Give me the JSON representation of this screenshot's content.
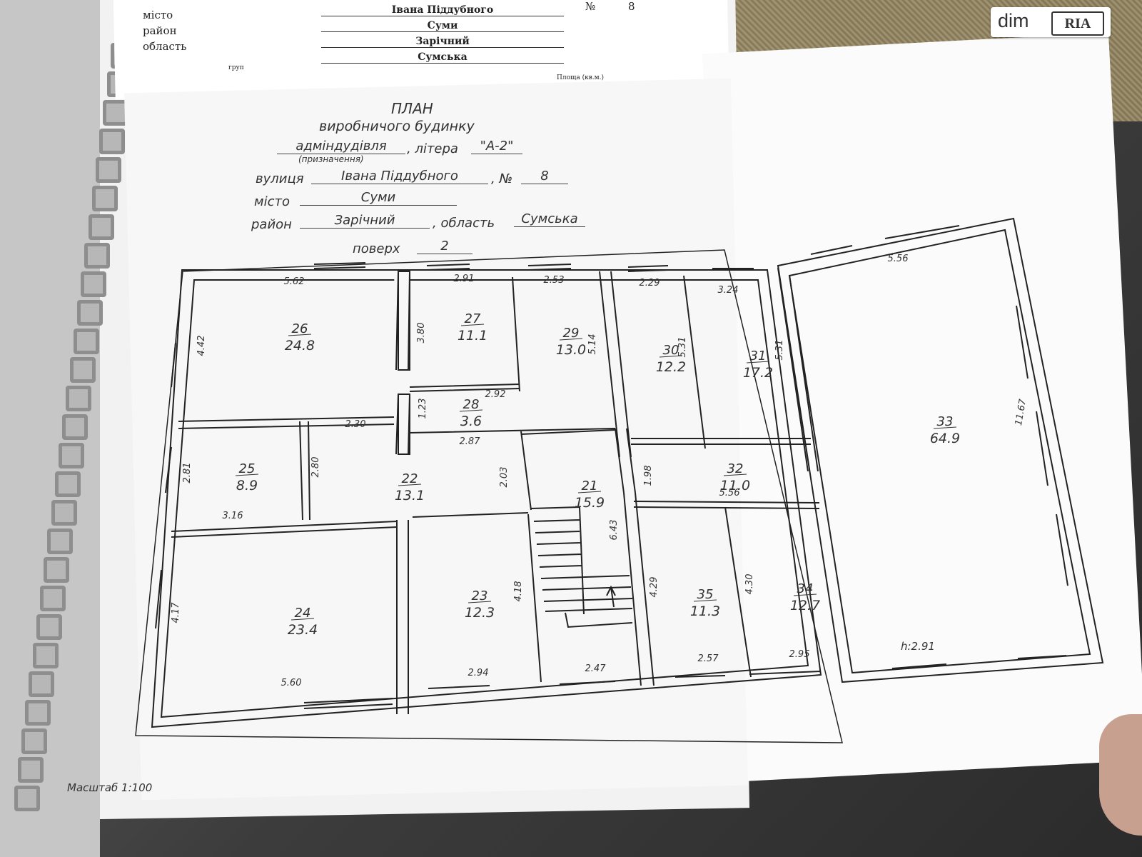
{
  "top_form": {
    "rows": [
      {
        "label": "місто",
        "value": "Івана Піддубного"
      },
      {
        "label": "район",
        "value": "Суми"
      },
      {
        "label": "область",
        "value": "Зарічний"
      },
      {
        "label": "",
        "value": "Сумська"
      }
    ],
    "number_label": "№",
    "number_value": "8",
    "table_group": "груп",
    "table_area": "Площа (кв.м.)"
  },
  "plan": {
    "title": "ПЛАН",
    "subtitle": "виробничого будинку",
    "purpose": "адміндудівля",
    "purpose_caption": "(призначення)",
    "letter_label": ", літера",
    "letter": "\"А-2\"",
    "street_label": "вулиця",
    "street": "Івана Піддубного",
    "number_label": ", №",
    "number": "8",
    "city_label": "місто",
    "city": "Суми",
    "district_label": "район",
    "district": "Зарічний",
    "region_label": ", область",
    "region": "Сумська",
    "floor_label": "поверх",
    "floor": "2",
    "scale": "Масштаб 1:100",
    "height": "h:2.91"
  },
  "rooms": [
    {
      "n": "26",
      "area": "24.8"
    },
    {
      "n": "27",
      "area": "11.1"
    },
    {
      "n": "29",
      "area": "13.0"
    },
    {
      "n": "30",
      "area": "12.2"
    },
    {
      "n": "31",
      "area": "17.2"
    },
    {
      "n": "28",
      "area": "3.6"
    },
    {
      "n": "25",
      "area": "8.9"
    },
    {
      "n": "22",
      "area": "13.1"
    },
    {
      "n": "21",
      "area": "15.9"
    },
    {
      "n": "32",
      "area": "11.0"
    },
    {
      "n": "24",
      "area": "23.4"
    },
    {
      "n": "23",
      "area": "12.3"
    },
    {
      "n": "35",
      "area": "11.3"
    },
    {
      "n": "34",
      "area": "12.7"
    },
    {
      "n": "33",
      "area": "64.9"
    }
  ],
  "dims": [
    "5.62",
    "2.91",
    "2.53",
    "2.29",
    "3.24",
    "5.56",
    "4.42",
    "3.80",
    "5.14",
    "5.31",
    "5.31",
    "11.67",
    "1.23",
    "2.92",
    "2.30",
    "2.87",
    "2.81",
    "2.80",
    "2.03",
    "1.98",
    "5.56",
    "3.16",
    "6.43",
    "4.17",
    "4.18",
    "4.29",
    "4.30",
    "5.60",
    "2.94",
    "2.47",
    "2.57",
    "2.95"
  ],
  "brand": {
    "name": "dim",
    "badge": "RIA"
  }
}
